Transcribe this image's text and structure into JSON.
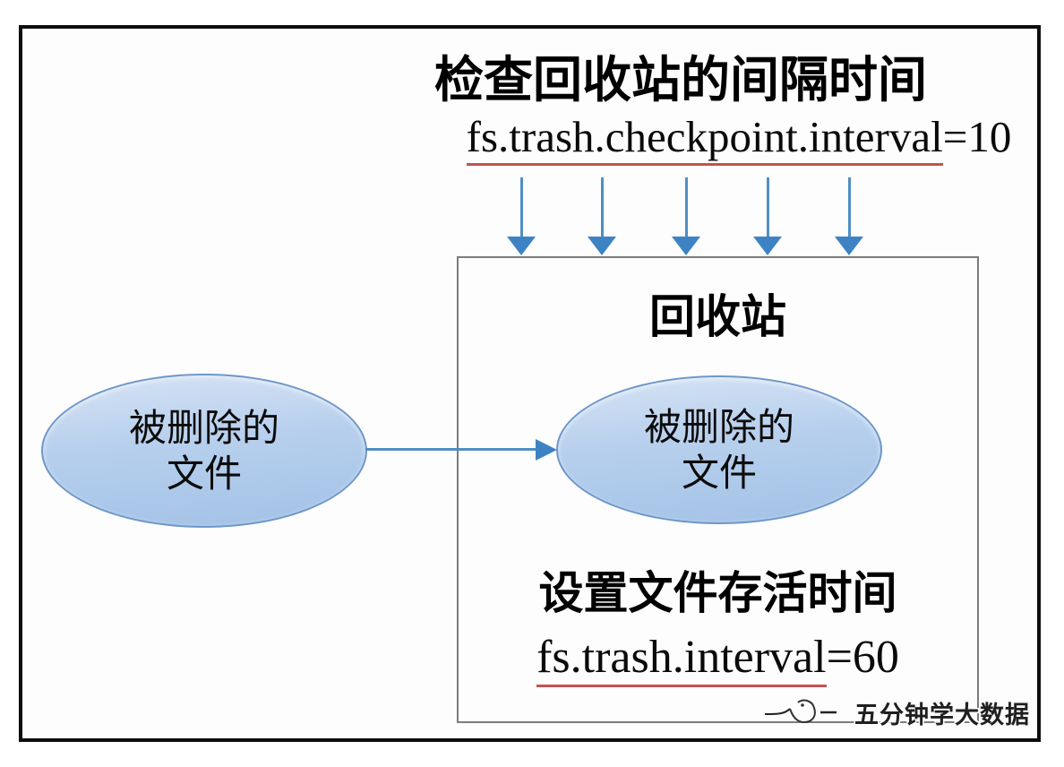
{
  "diagram": {
    "header": {
      "title": "检查回收站的间隔时间",
      "property_name": "fs.trash.checkpoint.interval",
      "property_value": "=10"
    },
    "trash_box": {
      "title": "回收站",
      "subtitle": "设置文件存活时间",
      "property_name": "fs.trash.interval",
      "property_value": "=60"
    },
    "source_file": {
      "line1": "被删除的",
      "line2": "文件"
    },
    "trashed_file": {
      "line1": "被删除的",
      "line2": "文件"
    },
    "watermark": {
      "text": "五分钟学大数据"
    },
    "down_arrow_count": 5
  },
  "colors": {
    "arrow_blue": "#4f8fc4",
    "arrowhead_blue": "#3d83c4",
    "ellipse_fill_light": "#d6e3f4",
    "ellipse_fill_dark": "#a3c2e6",
    "ellipse_border": "#6e97c8",
    "underline_red": "#c4524e",
    "outer_border_black": "#0e0e0e",
    "inner_border_gray": "#7c7c7c"
  }
}
